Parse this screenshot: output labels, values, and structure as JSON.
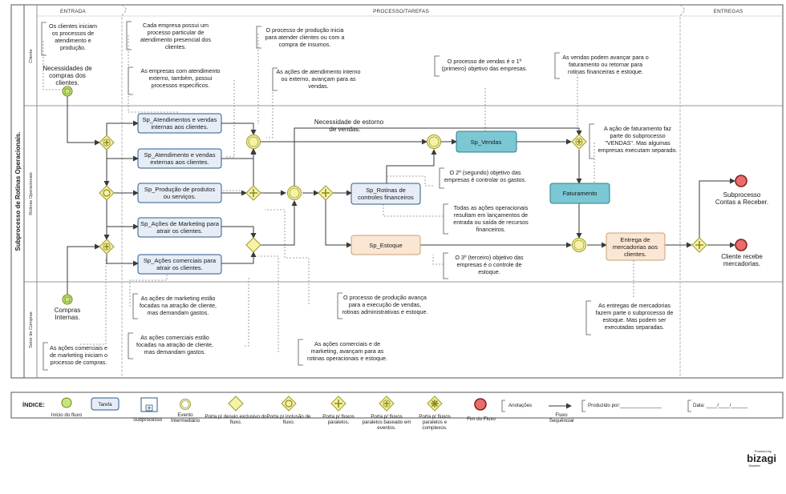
{
  "diagram": {
    "title": "Subprocesso de Rotinas Operacionais.",
    "phases": [
      "ENTRADA",
      "PROCESSO/TAREFAS",
      "ENTREGAS"
    ],
    "lanes": [
      "Cliente",
      "Rotinas Operacionais",
      "Setor de Compras"
    ],
    "start_events": {
      "clientes": "Necessidades de compras dos clientes.",
      "compras": "Compras Internas."
    },
    "tasks": {
      "atendimentos_internas": "Sp_Atendimentos e vendas internas aos clientes.",
      "atendimento_externas": "Sp_Atendimento e vendas externas aos clientes.",
      "producao": "Sp_Produção de produtos ou serviços.",
      "marketing": "Sp_Ações de Marketing para atrair os clientes.",
      "comerciais": "Sp_Ações comerciais para atrair os clientes.",
      "financeiros": "Sp_Rotinas de controles financeiros",
      "estoque": "Sp_Estoque",
      "vendas": "Sp_Vendas",
      "faturamento": "Faturamento",
      "entrega": "Entrega de mercadorias aos clientes."
    },
    "flow_labels": {
      "estorno": "Necessidade de estorno de vendas."
    },
    "end_events": {
      "contas_receber": "Subprocesso Contas a Receber.",
      "cliente_recebe": "Cliente recebe mercadorias."
    },
    "notes": {
      "n1": "Os clientes iniciam os processos de atendimento e produção.",
      "n2": "Cada empresa possui um processo particular de atendimento presencial dos clientes.",
      "n3": "O processo de produção inicia para atender clientes ou com a compra de insumos.",
      "n4": "As empresas com atendimento externo, também, possui processos específicos.",
      "n5": "As ações de atendimento interno ou externo, avançam para as vendas.",
      "n6": "O processo de vendas é o 1º (primeiro) objetivo das empresas.",
      "n7": "As vendas podem avançar para o faturamento ou retornar para rotinas financeiras e estoque.",
      "n8": "A ação de faturamento faz parte do subprocesso \"VENDAS\". Mas algumas empresas executam separado.",
      "n9": "O 2º (segundo) objetivo das empresas é controlar os gastos.",
      "n10": "Todas as ações operacionais resultam em lançamentos de entrada ou saída de recursos financeiros.",
      "n11": "O 3º (terceiro) objetivo das empresas é o controle de estoque.",
      "n12": "As entregas de mercadorias fazem parte o subprocesso de estoque. Mas podem ser executadas separadas.",
      "n13": "O processo de produção avança para a execução de vendas, rotinas administrativas e estoque.",
      "n14": "As ações de marketing estão focadas na atração de cliente, mas demandam gastos.",
      "n15": "As ações comerciais estão focadas na atração de cliente, mas demandam gastos.",
      "n16": "As ações comerciais e de marketing, avançam para as rotinas operacionais e estoque.",
      "n17": "As ações comerciais e de marketing iniciam o processo de compras."
    }
  },
  "legend": {
    "title": "ÍNDICE:",
    "inicio": "Início do fluxo",
    "tarefa": "Tarefa",
    "subprocesso": "Subprocesso",
    "evento": "Evento Intermediário",
    "exclusivo": "Porta p/ desvio exclusivo do fluxo.",
    "inclusao": "Porta p/ inclusão de fluxo.",
    "paralelos": "Porta p/ fluxos paralelos.",
    "eventos": "Porta p/ fluxos paralelos baseado em eventos.",
    "complexos": "Porta p/ fluxos paralelos e complexos.",
    "fim": "Fim do Fluxo",
    "anotacoes": "Anotações",
    "sequencial": "Fluxo Sequêncial",
    "produzido": "Produzido por:_______________",
    "data": "Data: ____/____/______"
  },
  "brand": {
    "powered": "Powered by",
    "name": "bizagi",
    "sub": "Modeler",
    "color": "#f39c5a"
  },
  "colors": {
    "task_blue": "#e6edf7",
    "task_subprocess": "#7cc7d4",
    "task_peach": "#fbe6d3",
    "gateway": "#f6f2a6",
    "start_event": "#c9e37d",
    "end_event": "#e96c6c"
  }
}
